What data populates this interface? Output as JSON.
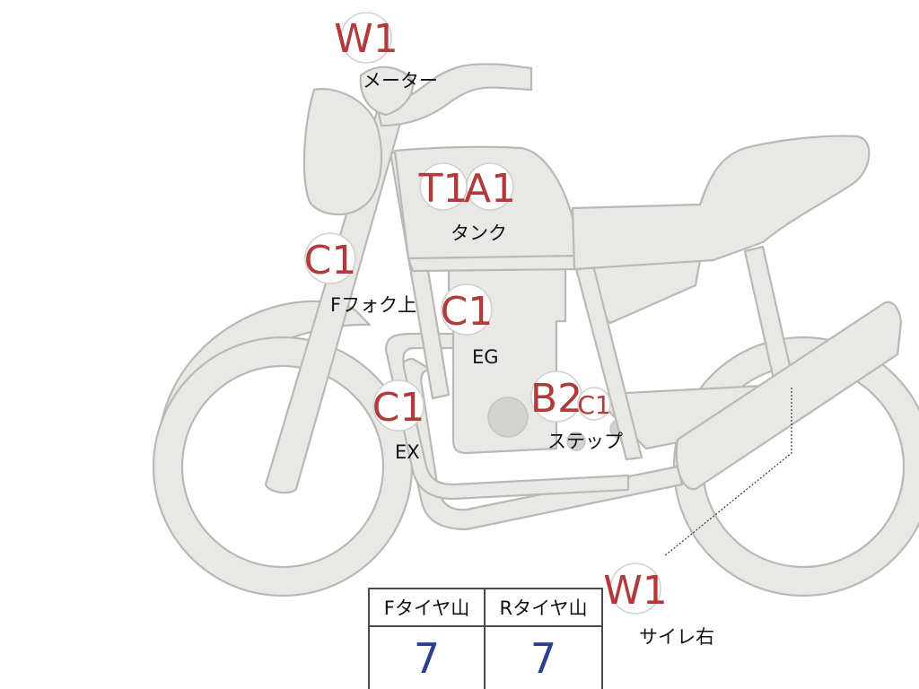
{
  "markers": {
    "meter": {
      "code": "W1",
      "label": "メーター"
    },
    "tank_t": {
      "code": "T1"
    },
    "tank_a": {
      "code": "A1"
    },
    "tank_label": "タンク",
    "fork": {
      "code": "C1",
      "label": "Fフォク上"
    },
    "engine": {
      "code": "C1",
      "label": "EG"
    },
    "exhaust": {
      "code": "C1",
      "label": "EX"
    },
    "step_b": {
      "code": "B2"
    },
    "step_c": {
      "code": "C1"
    },
    "step_label": "ステップ",
    "muffler": {
      "code": "W1",
      "label": "サイレ右"
    }
  },
  "tread_table": {
    "headers": [
      "Fタイヤ山",
      "Rタイヤ山"
    ],
    "values": [
      "7",
      "7"
    ]
  },
  "colors": {
    "marker_text": "#b33a3a",
    "value_text": "#2d3f8f",
    "bike_fill": "#e8e8e6",
    "bike_outline": "#b8b8b4"
  }
}
